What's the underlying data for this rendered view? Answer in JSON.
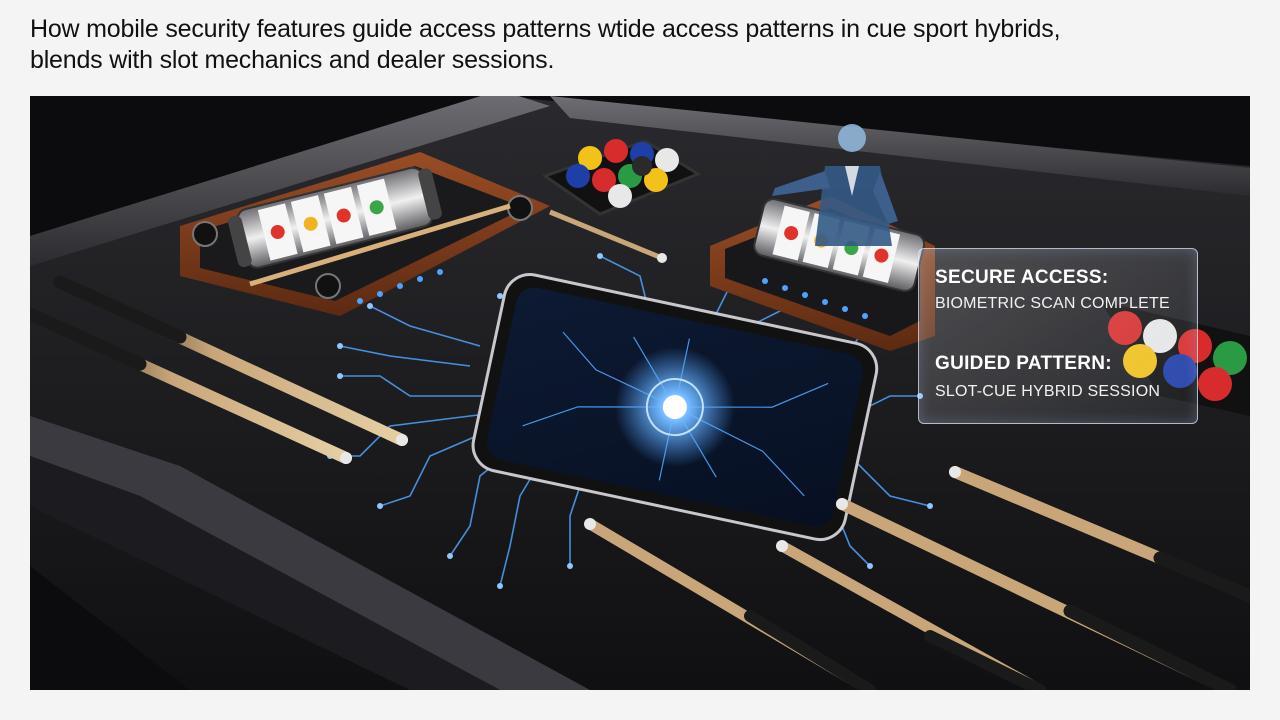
{
  "caption": {
    "line1": "How mobile security features guide access patterns wtide access patterns in cue sport hybrids,",
    "line2": "blends with slot mechanics and dealer sessions."
  },
  "overlay": {
    "access_heading": "SECURE ACCESS:",
    "access_value": "BIOMETRIC SCAN COMPLETE",
    "pattern_heading": "GUIDED PATTERN:",
    "pattern_value": "SLOT-CUE HYBRID SESSION"
  },
  "colors": {
    "circuit_glow": "#4fa3ff",
    "felt": "#1c1c1f",
    "wood": "#7a3a1c"
  }
}
